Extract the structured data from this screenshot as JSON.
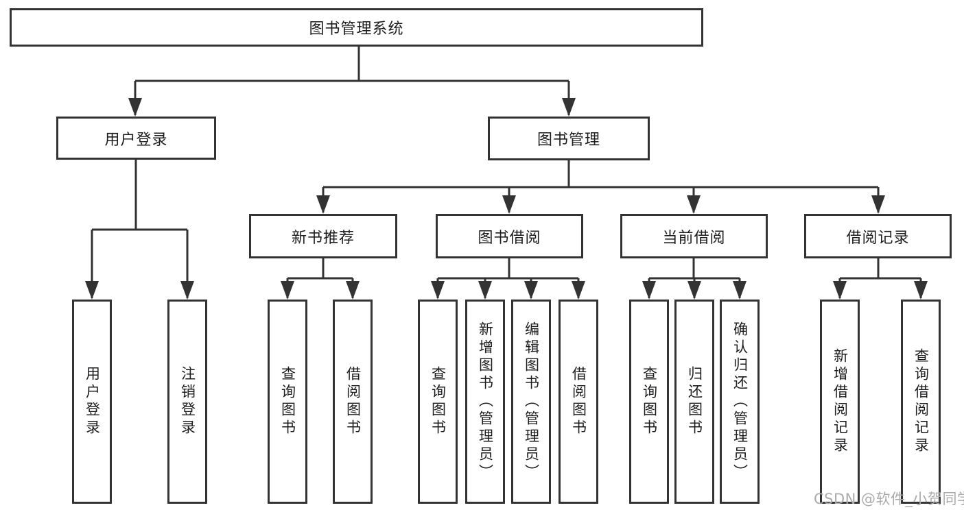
{
  "colors": {
    "line": "#333333",
    "text": "#1d1d1f",
    "background": "#ffffff",
    "watermark": "#ababab"
  },
  "watermark": {
    "text": "CSDN @软件_小贺同学"
  },
  "nodes": {
    "root": {
      "label": "图书管理系统"
    },
    "user_login": {
      "label": "用户登录"
    },
    "book_mgmt": {
      "label": "图书管理"
    },
    "new_book_rec": {
      "label": "新书推荐"
    },
    "book_borrow": {
      "label": "图书借阅"
    },
    "current_borrow": {
      "label": "当前借阅"
    },
    "borrow_record": {
      "label": "借阅记录"
    },
    "leaf_user_login": {
      "label": "用户登录"
    },
    "leaf_logout": {
      "label": "注销登录"
    },
    "leaf_query_book_1": {
      "label": "查询图书"
    },
    "leaf_borrow_book_1": {
      "label": "借阅图书"
    },
    "leaf_query_book_2": {
      "label": "查询图书"
    },
    "leaf_add_book": {
      "label": "新增图书（管理员）"
    },
    "leaf_edit_book": {
      "label": "编辑图书（管理员）"
    },
    "leaf_borrow_book_2": {
      "label": "借阅图书"
    },
    "leaf_query_book_3": {
      "label": "查询图书"
    },
    "leaf_return_book": {
      "label": "归还图书"
    },
    "leaf_confirm_return": {
      "label": "确认归还（管理员）"
    },
    "leaf_add_record": {
      "label": "新增借阅记录"
    },
    "leaf_query_record": {
      "label": "查询借阅记录"
    }
  }
}
